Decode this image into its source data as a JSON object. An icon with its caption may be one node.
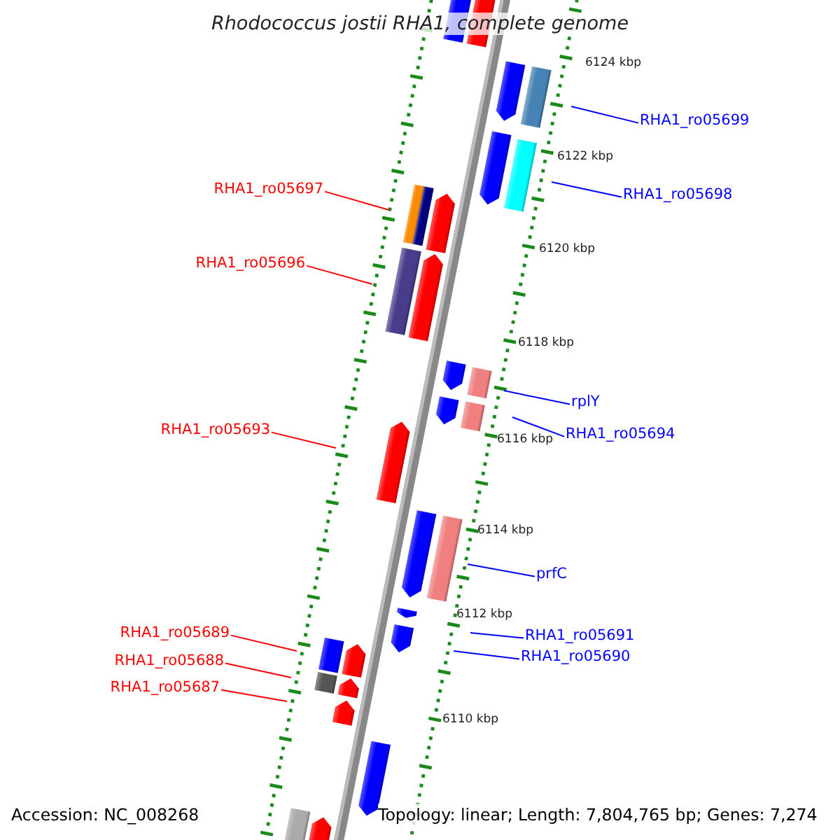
{
  "diagram": {
    "title": "Rhodococcus jostii RHA1, complete genome",
    "nodes": [
      {
        "text": [
          "RHA1_ro05699"
        ]
      },
      {
        "text": [
          "RHA1_ro05698"
        ]
      },
      {
        "text": [
          "RHA1_ro05697"
        ]
      },
      {
        "text": [
          "RHA1_ro05696"
        ]
      },
      {
        "text": [
          "rplY"
        ]
      },
      {
        "text": [
          "RHA1_ro05694"
        ]
      },
      {
        "text": [
          "RHA1_ro05693"
        ]
      },
      {
        "text": [
          "prfC"
        ]
      },
      {
        "text": [
          "RHA1_ro05691"
        ]
      },
      {
        "text": [
          "RHA1_ro05690"
        ]
      },
      {
        "text": [
          "RHA1_ro05689"
        ]
      },
      {
        "text": [
          "RHA1_ro05688"
        ]
      },
      {
        "text": [
          "RHA1_ro05687"
        ]
      }
    ],
    "edges": [
      {
        "from": 0,
        "to": null,
        "arrow": "none",
        "color": "#0000ff"
      },
      {
        "from": 1,
        "to": null,
        "arrow": "none",
        "color": "#0000ff"
      },
      {
        "from": 2,
        "to": null,
        "arrow": "none",
        "color": "#ff0000"
      },
      {
        "from": 3,
        "to": null,
        "arrow": "none",
        "color": "#ff0000"
      },
      {
        "from": 4,
        "to": null,
        "arrow": "none",
        "color": "#0000ff"
      },
      {
        "from": 5,
        "to": null,
        "arrow": "none",
        "color": "#0000ff"
      },
      {
        "from": 6,
        "to": null,
        "arrow": "none",
        "color": "#ff0000"
      },
      {
        "from": 7,
        "to": null,
        "arrow": "none",
        "color": "#0000ff"
      },
      {
        "from": 8,
        "to": null,
        "arrow": "none",
        "color": "#0000ff"
      },
      {
        "from": 9,
        "to": null,
        "arrow": "none",
        "color": "#0000ff"
      },
      {
        "from": 10,
        "to": null,
        "arrow": "none",
        "color": "#ff0000"
      },
      {
        "from": 11,
        "to": null,
        "arrow": "none",
        "color": "#ff0000"
      },
      {
        "from": 12,
        "to": null,
        "arrow": "none",
        "color": "#ff0000"
      }
    ],
    "labels": [
      "6124 kbp",
      "6122 kbp",
      "6120 kbp",
      "6118 kbp",
      "6116 kbp",
      "6114 kbp",
      "6112 kbp",
      "6110 kbp",
      "Accession: NC_008268",
      "Topology: linear; Length: 7,804,765 bp; Genes: 7,274"
    ]
  }
}
